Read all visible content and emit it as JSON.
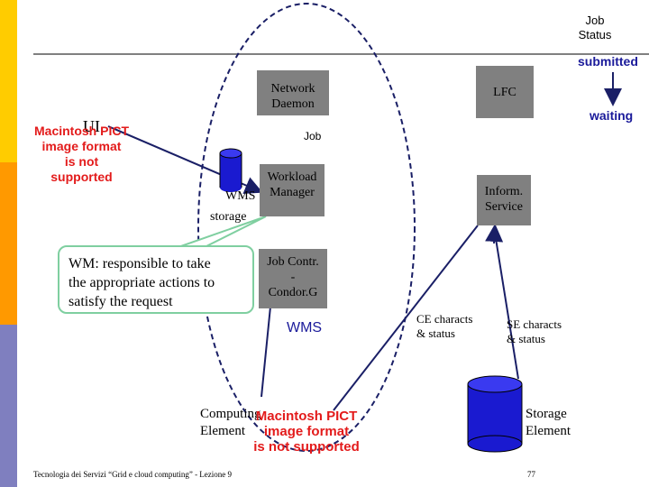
{
  "colors": {
    "sidebar_yellow": "#ffcc00",
    "sidebar_orange": "#ff9900",
    "sidebar_purple": "#7f7fbf",
    "box_gray": "#808080",
    "arrow_navy": "#1a1f66",
    "grid_line": "#808080",
    "pict_red": "#e31b1b",
    "callout_border": "#7fcfa0",
    "status_blue": "#1a1a9a",
    "cylinder_blue": "#1a1ad0"
  },
  "job_status": {
    "title": "Job\nStatus",
    "submitted": "submitted",
    "waiting": "waiting"
  },
  "ui_label": "UI",
  "pict_placeholder_1": "Macintosh PICT\nimage format\nis not supported",
  "pict_placeholder_2": "Macintosh PICT\nimage format\nis not supported",
  "network_daemon": "Network\nDaemon",
  "lfc": "LFC",
  "job_label": "Job",
  "workload_manager": "Workload\nManager",
  "wms_storage": {
    "line1": "WMS",
    "line2": "storage"
  },
  "inform_service": "Inform.\nService",
  "callout_text": "WM: responsible to take\nthe appropriate actions to\nsatisfy the request",
  "job_controller": "Job Contr.\n-\nCondor.G",
  "wms_label": "WMS",
  "ce_characts": "CE characts\n& status",
  "se_characts": "SE characts\n& status",
  "computing_element": "Computing\nElement",
  "storage_element": "Storage\nElement",
  "footer_left": "Tecnologia dei Servizi “Grid e cloud computing” - Lezione 9",
  "page_number": "77"
}
